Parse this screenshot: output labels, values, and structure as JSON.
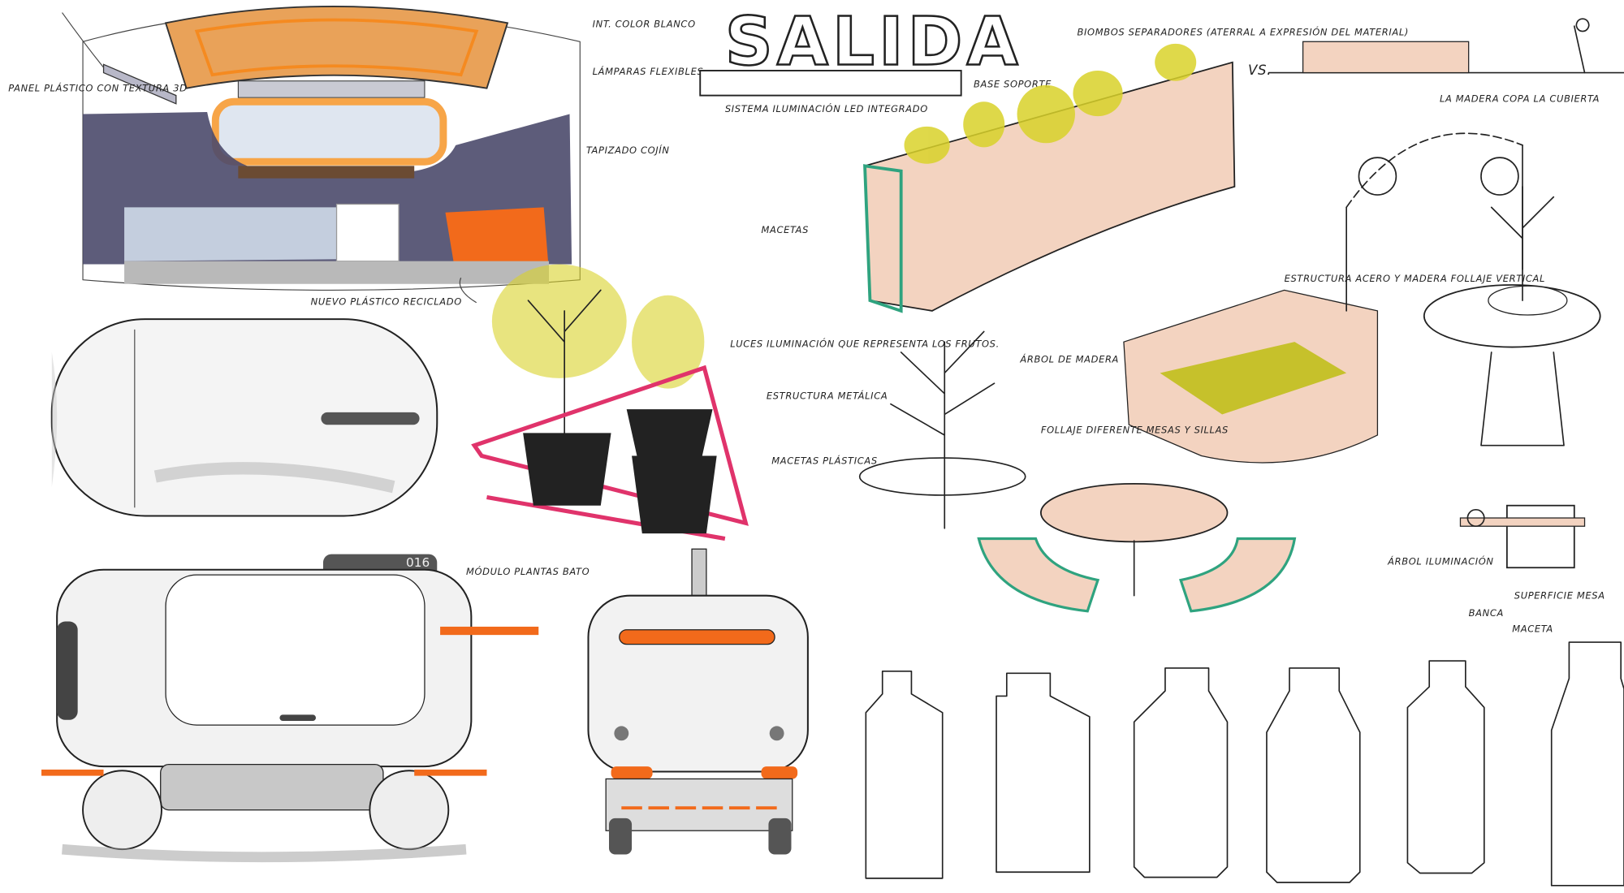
{
  "interior_sketch": {
    "labels": {
      "panel": "PANEL PLÁSTICO CON TEXTURA 3D",
      "interior": "INT. COLOR BLANCO",
      "lamps": "LÁMPARAS FLEXIBLES",
      "upholstery": "TAPIZADO COJÍN",
      "recycled": "NUEVO PLÁSTICO RECICLADO"
    }
  },
  "vehicle_side": {
    "number": "016"
  },
  "plant_module": {
    "labels": {
      "structure": "ESTRUCTURA METÁLICA",
      "pots": "MACETAS PLÁSTICAS",
      "module": "MÓDULO PLANTAS BATO"
    }
  },
  "signage": {
    "word": "SALIDA",
    "base": "BASE SOPORTE",
    "led": "SISTEMA ILUMINACIÓN LED INTEGRADO",
    "vs": "VS."
  },
  "planters": {
    "screens": "BIOMBOS SEPARADORES (ATERRAL A EXPRESIÓN DEL MATERIAL)",
    "pots": "MACETAS",
    "lights": "LUCES ILUMINACIÓN QUE REPRESENTA LOS FRUTOS.",
    "tree": "ÁRBOL DE MADERA",
    "structure": "ESTRUCTURA ACERO Y MADERA FOLLAJE VERTICAL",
    "foliage": "FOLLAJE DIFERENTE MESAS Y SILLAS"
  },
  "tree_bench": {
    "wood": "LA MADERA COPA LA CUBIERTA",
    "tree": "ÁRBOL ILUMINACIÓN",
    "bench": "BANCA",
    "pot": "MACETA",
    "table": "SUPERFICIE MESA"
  },
  "colors": {
    "orange": "#f26a1b",
    "navy": "#4b4a6b",
    "pink": "#e0336b",
    "green": "#2fa37f",
    "yellow": "#d9d22a",
    "peach": "#f3d3c0"
  }
}
